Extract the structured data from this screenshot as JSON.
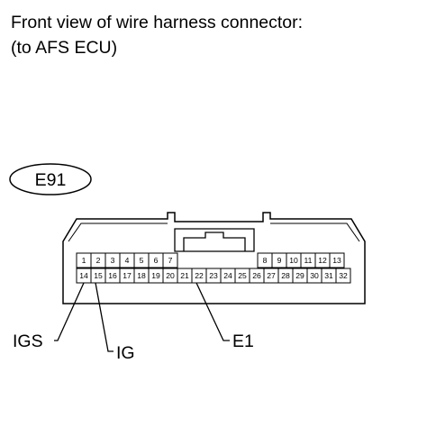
{
  "caption": {
    "line1": "Front view of wire harness connector:",
    "line2": "(to AFS ECU)"
  },
  "connector": {
    "code": "E91",
    "top_row": [
      {
        "pin": "1"
      },
      {
        "pin": "2"
      },
      {
        "pin": "3"
      },
      {
        "pin": "4"
      },
      {
        "pin": "5"
      },
      {
        "pin": "6"
      },
      {
        "pin": "7"
      },
      {
        "pin": "8"
      },
      {
        "pin": "9"
      },
      {
        "pin": "10"
      },
      {
        "pin": "11"
      },
      {
        "pin": "12"
      },
      {
        "pin": "13"
      }
    ],
    "bottom_row": [
      {
        "pin": "14"
      },
      {
        "pin": "15"
      },
      {
        "pin": "16"
      },
      {
        "pin": "17"
      },
      {
        "pin": "18"
      },
      {
        "pin": "19"
      },
      {
        "pin": "20"
      },
      {
        "pin": "21"
      },
      {
        "pin": "22"
      },
      {
        "pin": "23"
      },
      {
        "pin": "24"
      },
      {
        "pin": "25"
      },
      {
        "pin": "26"
      },
      {
        "pin": "27"
      },
      {
        "pin": "28"
      },
      {
        "pin": "29"
      },
      {
        "pin": "30"
      },
      {
        "pin": "31"
      },
      {
        "pin": "32"
      }
    ]
  },
  "callouts": [
    {
      "label": "IGS",
      "pin": "14"
    },
    {
      "label": "IG",
      "pin": "15"
    },
    {
      "label": "E1",
      "pin": "22"
    }
  ]
}
